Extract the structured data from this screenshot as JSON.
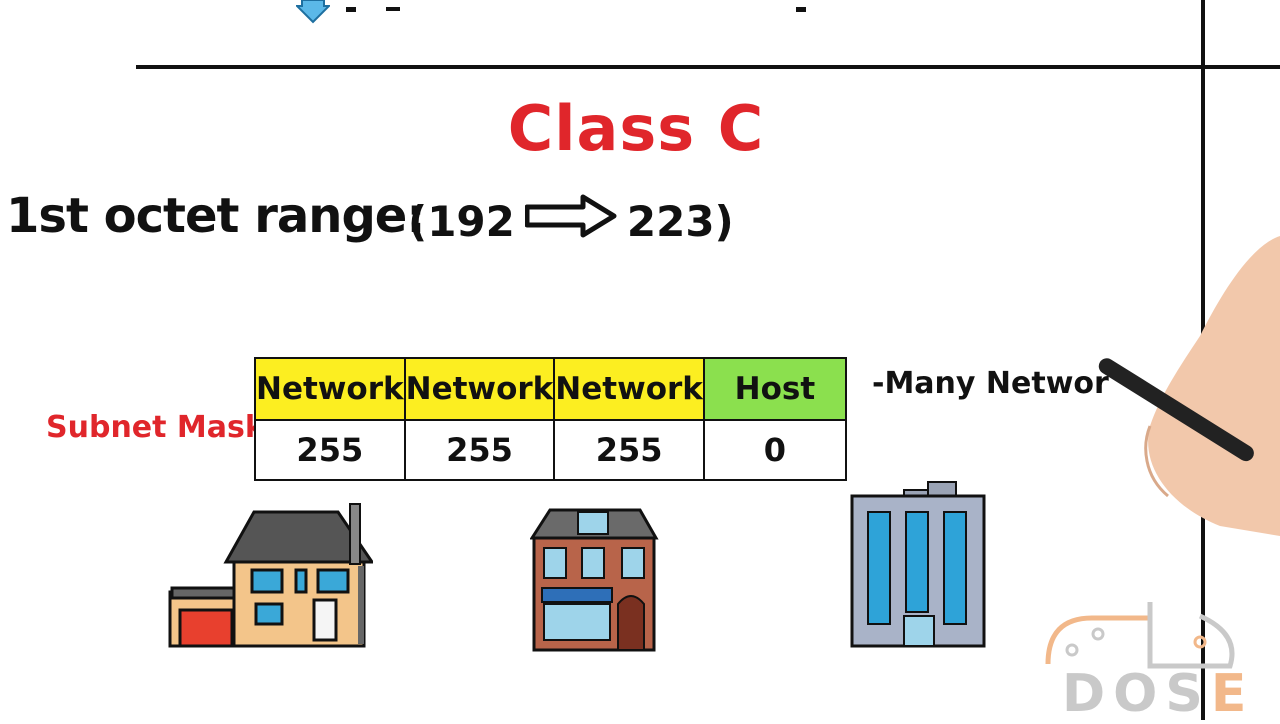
{
  "title": "Class C",
  "octet": {
    "label": "1st octet range:",
    "start": "(192",
    "end": "223)"
  },
  "subnet_mask": {
    "label": "Subnet Mask",
    "headers": [
      "Network",
      "Network",
      "Network",
      "Host"
    ],
    "values": [
      "255",
      "255",
      "255",
      "0"
    ]
  },
  "note": "-Many Networ",
  "logo": {
    "text_main": "DOS",
    "text_accent": "E"
  },
  "colors": {
    "title": "#e0262b",
    "network_cell": "#fcee21",
    "host_cell": "#8be04e"
  }
}
